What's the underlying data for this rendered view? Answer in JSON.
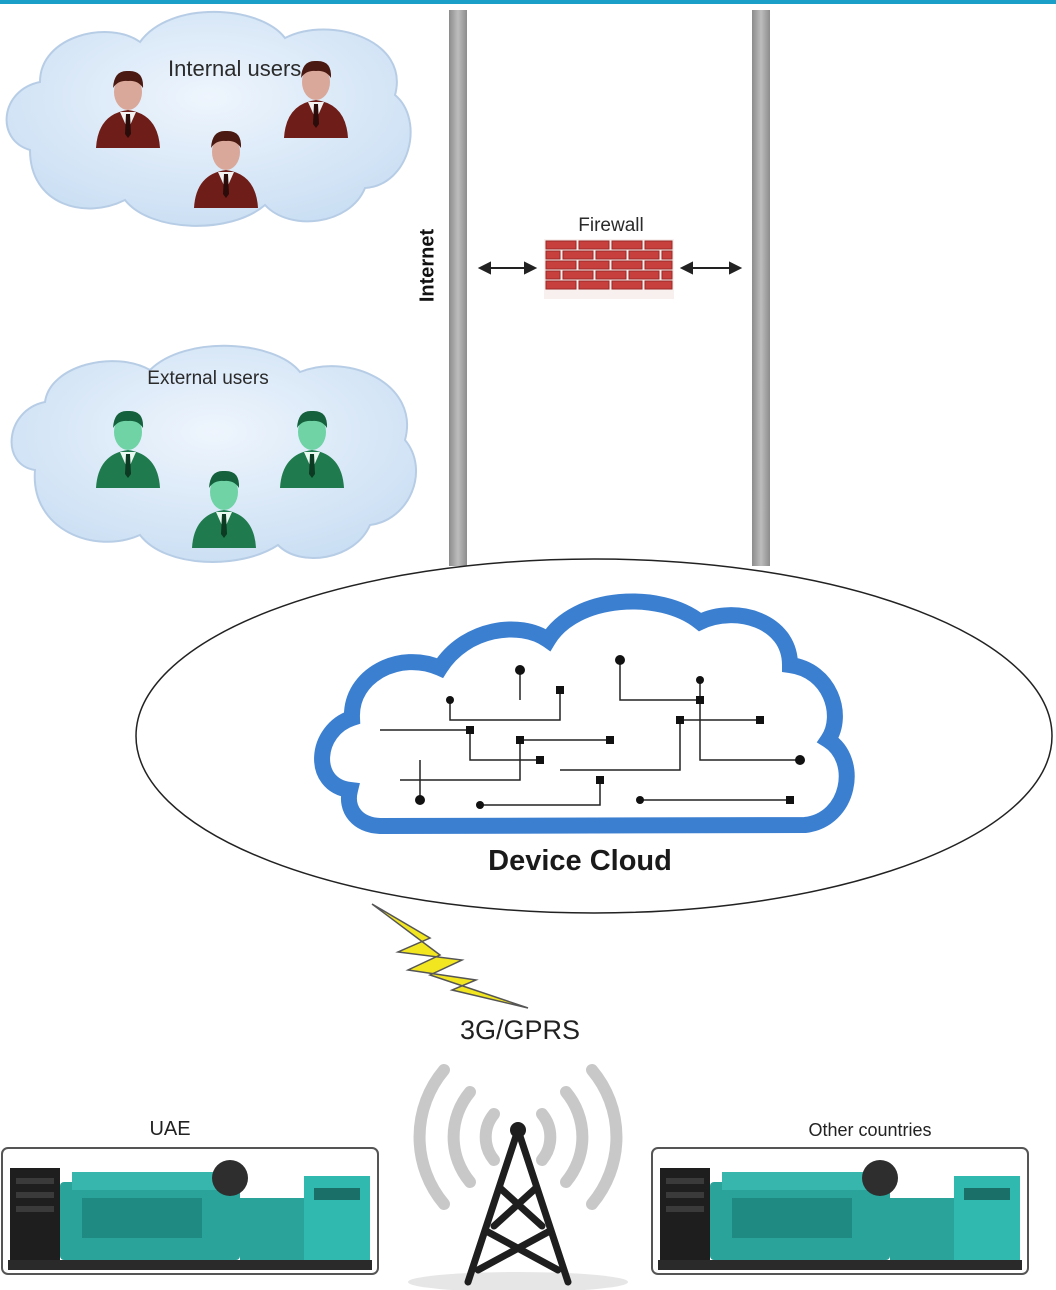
{
  "diagram": {
    "labels": {
      "internal_users": "Internal users",
      "external_users": "External users",
      "internet": "Internet",
      "firewall": "Firewall",
      "device_cloud": "Device Cloud",
      "network": "3G/GPRS",
      "site_uae": "UAE",
      "site_other": "Other countries"
    },
    "icons": {
      "user_internal": "user-icon",
      "user_external": "user-icon",
      "firewall": "brick-wall-icon",
      "cloud": "circuit-cloud-icon",
      "lightning": "lightning-bolt-icon",
      "tower": "cell-tower-icon",
      "generator": "generator-icon"
    },
    "colors": {
      "user_internal": "#7a1f1a",
      "user_external": "#1f8a5c",
      "user_cloud_fill": "#dbe9f7",
      "firewall_brick": "#c8403e",
      "pillar": "#a6a6a6",
      "cloud_outline": "#3b7fd1",
      "lightning": "#f2e620",
      "generator_body": "#2bb3a8"
    }
  }
}
